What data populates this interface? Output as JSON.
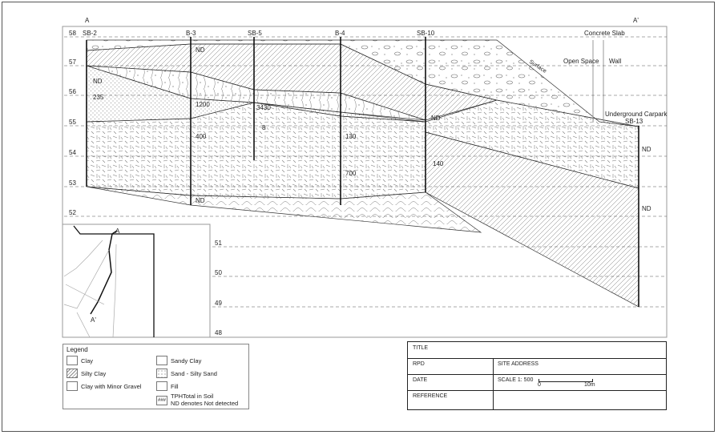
{
  "section": {
    "start_label": "A",
    "end_label": "A'",
    "elevations": [
      "58",
      "57",
      "56",
      "55",
      "54",
      "53",
      "52",
      "51",
      "50",
      "49",
      "48"
    ],
    "boreholes": [
      "SB-2",
      "B-3",
      "SB-5",
      "B-4",
      "SB-10",
      "SB-13"
    ],
    "annotations": {
      "concrete_slab": "Concrete Slab",
      "surface": "Surface",
      "open_space": "Open Space",
      "wall": "Wall",
      "underground_carpark": "Underground Carpark"
    },
    "tph_values": {
      "sb2_a": "ND",
      "sb2_b": "235",
      "b3_a": "ND",
      "b3_b": "1200",
      "b3_c": "400",
      "b3_d": "ND",
      "sb5_a": "3430",
      "sb5_b": "8",
      "b4_a": "130",
      "b4_b": "700",
      "sb10_a": "ND",
      "sb10_b": "140",
      "sb13_a": "ND",
      "sb13_b": "ND"
    }
  },
  "inset_map": {
    "label_a": "A",
    "label_a_prime": "A'"
  },
  "legend": {
    "title": "Legend",
    "items": [
      "Clay",
      "Silty Clay",
      "Clay with Minor Gravel",
      "Sandy Clay",
      "Sand - Silty Sand",
      "Fill"
    ],
    "tph_label": "TPHTotal in Soil",
    "tph_symbol": "###",
    "nd_note": "ND denotes Not detected"
  },
  "title_block": {
    "title_label": "TITLE",
    "rpd_label": "RPD",
    "site_address": "SITE ADDRESS",
    "date_label": "DATE",
    "scale": "SCALE 1: 500",
    "scale_start": "0",
    "scale_end": "10m",
    "reference_label": "REFERENCE"
  }
}
